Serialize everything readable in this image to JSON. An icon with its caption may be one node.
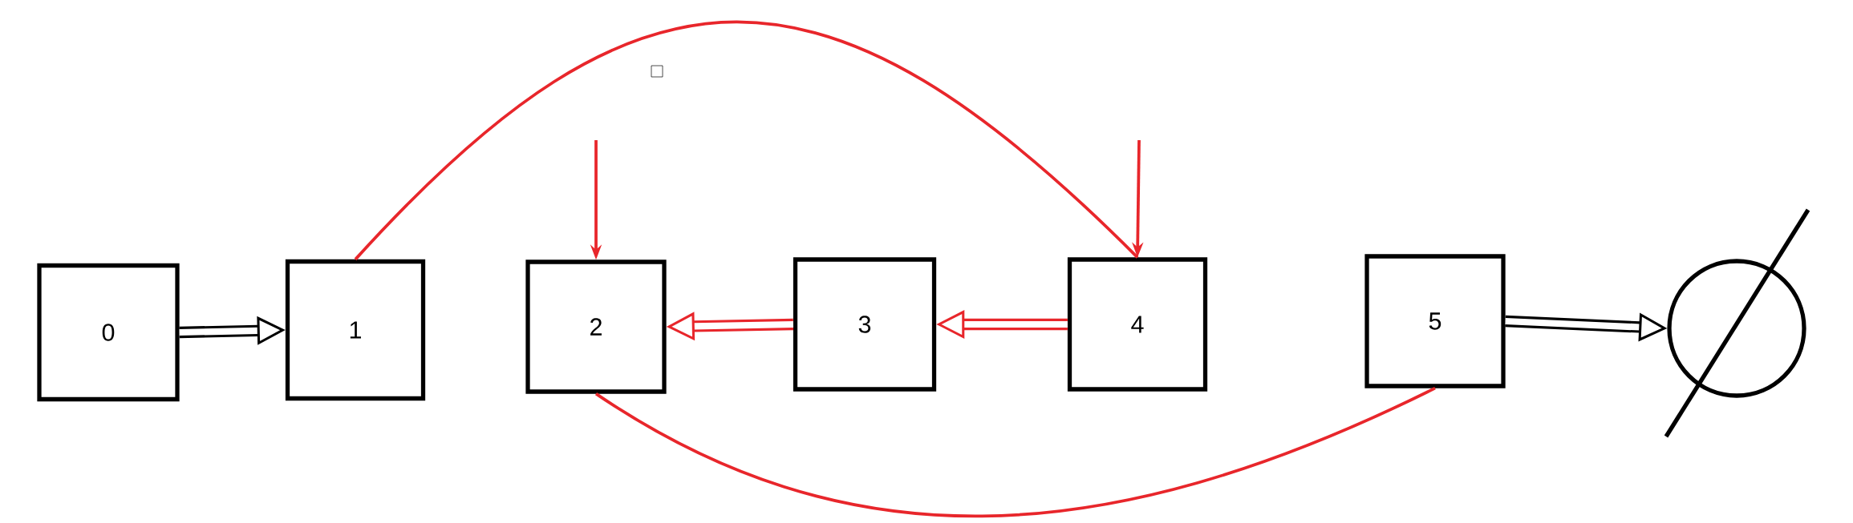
{
  "diagram": {
    "nodes": [
      {
        "text": [
          "0"
        ]
      },
      {
        "text": [
          "1"
        ]
      },
      {
        "text": [
          "2"
        ]
      },
      {
        "text": [
          "3"
        ]
      },
      {
        "text": [
          "4"
        ]
      },
      {
        "text": [
          "5"
        ]
      },
      {
        "text": [],
        "shape": "circle"
      }
    ],
    "edges": [
      {
        "from": 0,
        "to": 1,
        "arrow": "to",
        "style": "thick",
        "color": "#000000"
      },
      {
        "from": 1,
        "to": 4,
        "arrow": "none"
      },
      {
        "from": null,
        "to": 2,
        "arrow": "to"
      },
      {
        "from": 3,
        "to": 2,
        "arrow": "to",
        "style": "thick"
      },
      {
        "from": null,
        "to": 4,
        "arrow": "to"
      },
      {
        "from": 4,
        "to": 3,
        "arrow": "to",
        "style": "thick"
      },
      {
        "from": 2,
        "to": 5,
        "arrow": "none"
      },
      {
        "from": 5,
        "to": 6,
        "arrow": "to",
        "style": "thick",
        "color": "#000000"
      }
    ]
  }
}
